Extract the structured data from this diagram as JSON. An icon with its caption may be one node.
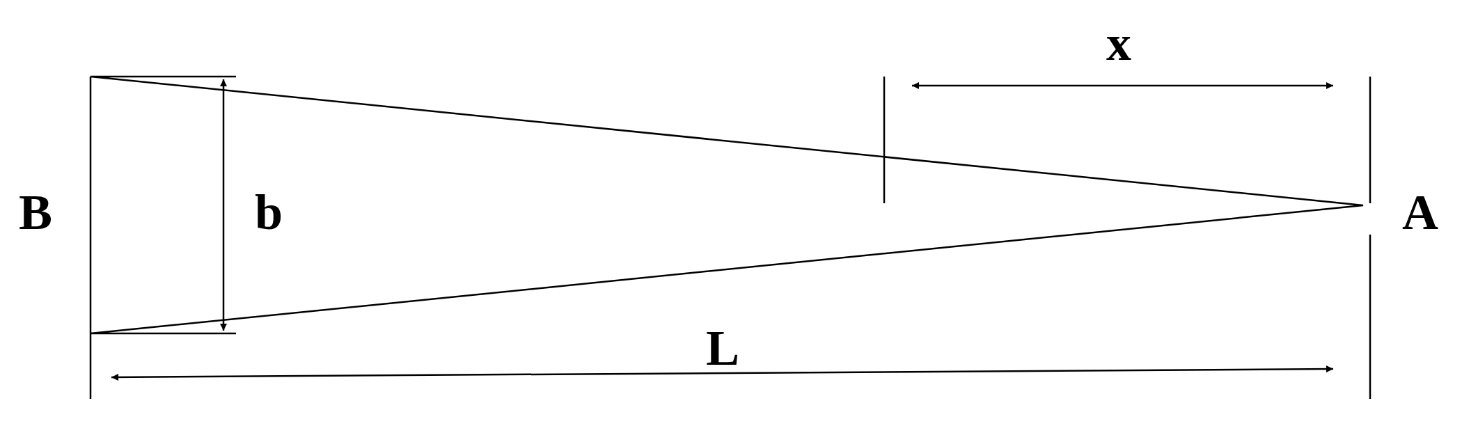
{
  "diagram": {
    "labels": [
      "x",
      "B",
      "b",
      "A",
      "L"
    ]
  }
}
